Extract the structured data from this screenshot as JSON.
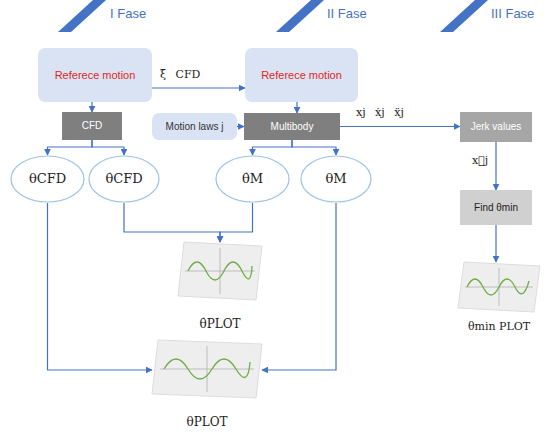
{
  "diagram": {
    "nodes": [
      {
        "text": [
          "Referece motion"
        ]
      },
      {
        "text": [
          "Referece motion"
        ]
      },
      {
        "text": [
          "CFD"
        ]
      },
      {
        "text": [
          "Motion laws j"
        ]
      },
      {
        "text": [
          "Multibody"
        ]
      },
      {
        "text": [
          "Jerk values"
        ]
      },
      {
        "text": [
          "θCFD"
        ]
      },
      {
        "text": [
          "θ̇CFD"
        ]
      },
      {
        "text": [
          "θ̇M"
        ]
      },
      {
        "text": [
          "θM"
        ]
      },
      {
        "text": [
          "Find θmin"
        ]
      },
      {
        "text": [
          "θ̇PLOT"
        ]
      },
      {
        "text": [
          "θPLOT"
        ]
      },
      {
        "text": [
          "θmin PLOT"
        ]
      }
    ],
    "edges": [
      {
        "from": 0,
        "to": 2,
        "arrow": "to"
      },
      {
        "from": 0,
        "to": 1,
        "label": "ξ̈ CFD",
        "arrow": "to"
      },
      {
        "from": 1,
        "to": 4,
        "arrow": "to"
      },
      {
        "from": 3,
        "to": 4,
        "arrow": "to"
      },
      {
        "from": 2,
        "to": 6,
        "arrow": "to"
      },
      {
        "from": 2,
        "to": 7,
        "arrow": "to"
      },
      {
        "from": 4,
        "to": 8,
        "arrow": "to"
      },
      {
        "from": 4,
        "to": 9,
        "arrow": "to"
      },
      {
        "from": 4,
        "to": 5,
        "label": "xj ẋj ẍj",
        "arrow": "to"
      },
      {
        "from": 5,
        "to": 10,
        "label": "x⃛j",
        "arrow": "to"
      },
      {
        "from": 10,
        "to": 13,
        "arrow": "to"
      },
      {
        "from": 7,
        "to": 11,
        "arrow": "to"
      },
      {
        "from": 8,
        "to": 11,
        "arrow": "to"
      },
      {
        "from": 6,
        "to": 12,
        "arrow": "to"
      },
      {
        "from": 9,
        "to": 12,
        "arrow": "to"
      }
    ],
    "labels": [
      "I Fase",
      "II Fase",
      "III Fase"
    ]
  }
}
